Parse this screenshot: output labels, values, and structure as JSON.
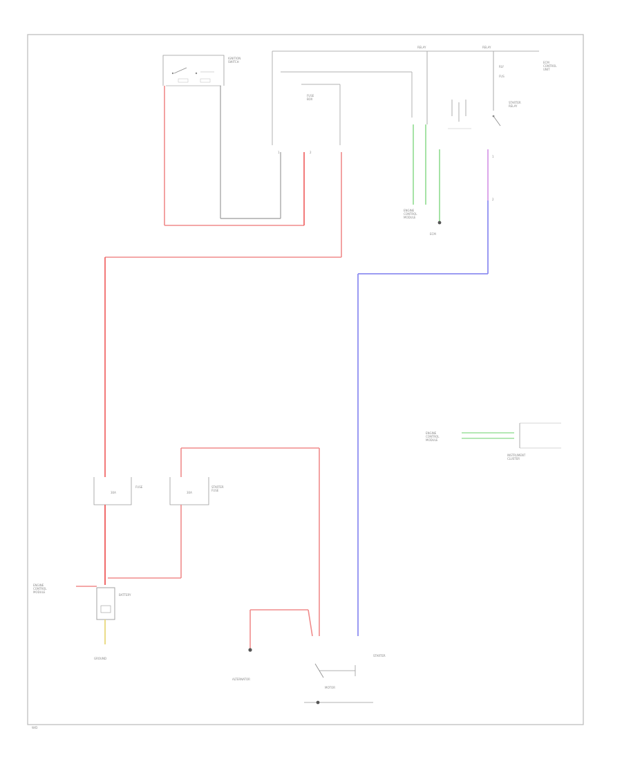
{
  "colors": {
    "red": "#f06a6a",
    "red_wire": "#ef9a9a",
    "blue": "#8d8df0",
    "green": "#9be09b",
    "violet": "#d89ce8",
    "gray": "#9b9b9b",
    "yellow": "#e8d87a"
  },
  "labels": {
    "ignition_switch": "IGNITION\nSWITCH",
    "fuse_top_left": "FUSE\nBOX",
    "relay_top": "RELAY",
    "starter_relay": "STARTER\nRELAY",
    "ecm_group": "ECM\nCONTROL\nUNIT",
    "green_conn_1": "ENGINE\nCONTROL\nMODULE",
    "green_conn_2": "ECM",
    "fuse_a": "FUSE",
    "fuse_b": "STARTER\nFUSE",
    "battery": "BATTERY",
    "battery_left": "ENGINE\nCONTROL\nMODULE",
    "ground": "GROUND",
    "alternator": "ALTERNATOR",
    "starter": "STARTER",
    "motor": "MOTOR",
    "right_connector_left": "ENGINE\nCONTROL\nMODULE",
    "right_connector_right": "INSTRUMENT\nCLUSTER",
    "footer_code": "W/D"
  }
}
